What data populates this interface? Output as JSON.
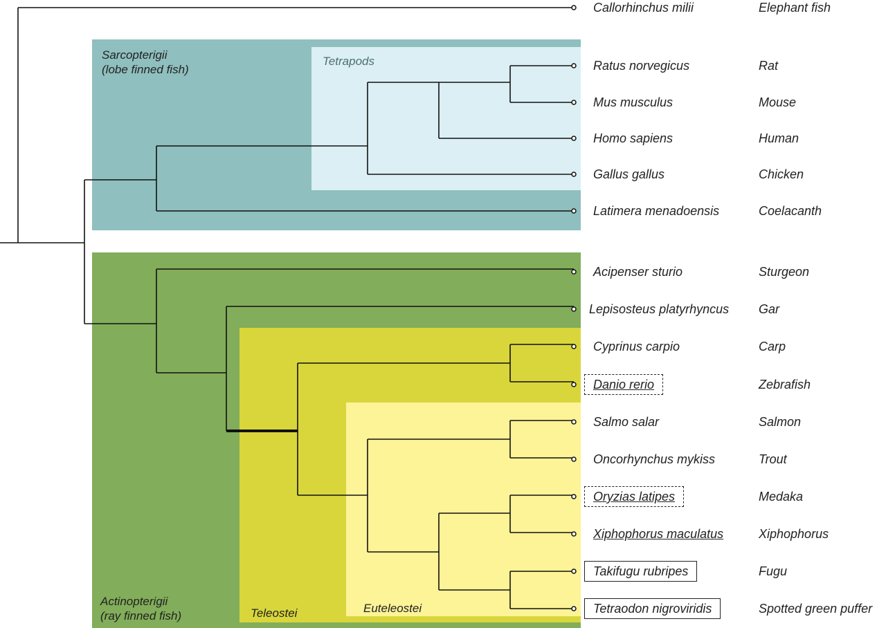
{
  "groups": {
    "sarcopterygii_name": "Sarcopterigii",
    "sarcopterygii_desc": "(lobe finned fish)",
    "tetrapods": "Tetrapods",
    "actinopterygii_name": "Actinopterigii",
    "actinopterygii_desc": "(ray finned fish)",
    "teleostei": "Teleostei",
    "euteleostei": "Euteleostei"
  },
  "colors": {
    "sarcopterygii": "#8fbfbe",
    "tetrapods": "#dbeff4",
    "actinopterygii": "#82ad5a",
    "teleostei": "#d9d63c",
    "euteleostei": "#fdf397",
    "branch": "#111111"
  },
  "taxa": [
    {
      "scientific": "Callorhinchus milii",
      "common": "Elephant fish",
      "box": "none",
      "underline": false
    },
    {
      "scientific": "Ratus norvegicus",
      "common": "Rat",
      "box": "none",
      "underline": false
    },
    {
      "scientific": "Mus musculus",
      "common": "Mouse",
      "box": "none",
      "underline": false
    },
    {
      "scientific": "Homo sapiens",
      "common": "Human",
      "box": "none",
      "underline": false
    },
    {
      "scientific": "Gallus gallus",
      "common": "Chicken",
      "box": "none",
      "underline": false
    },
    {
      "scientific": "Latimera menadoensis",
      "common": "Coelacanth",
      "box": "none",
      "underline": false
    },
    {
      "scientific": "Acipenser sturio",
      "common": "Sturgeon",
      "box": "none",
      "underline": false
    },
    {
      "scientific": "Lepisosteus platyrhyncus",
      "common": "Gar",
      "box": "none",
      "underline": false
    },
    {
      "scientific": "Cyprinus carpio",
      "common": "Carp",
      "box": "none",
      "underline": false
    },
    {
      "scientific": "Danio rerio",
      "common": "Zebrafish",
      "box": "dashed",
      "underline": true
    },
    {
      "scientific": "Salmo salar",
      "common": "Salmon",
      "box": "none",
      "underline": false
    },
    {
      "scientific": "Oncorhynchus mykiss",
      "common": "Trout",
      "box": "none",
      "underline": false
    },
    {
      "scientific": "Oryzias latipes",
      "common": "Medaka",
      "box": "dashed",
      "underline": true
    },
    {
      "scientific": "Xiphophorus maculatus",
      "common": "Xiphophorus",
      "box": "none",
      "underline": true
    },
    {
      "scientific": "Takifugu rubripes",
      "common": "Fugu",
      "box": "solid",
      "underline": false
    },
    {
      "scientific": "Tetraodon nigroviridis",
      "common": "Spotted green puffer",
      "box": "solid",
      "underline": false
    }
  ]
}
